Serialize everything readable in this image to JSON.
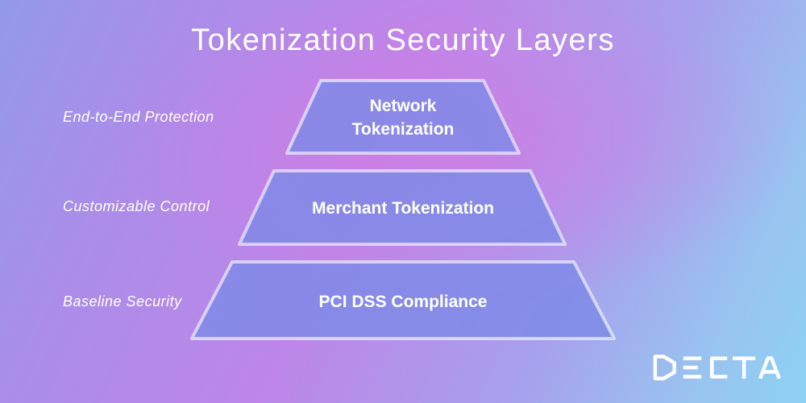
{
  "title": "Tokenization Security Layers",
  "pyramid": {
    "layers": [
      {
        "level": "top",
        "label": "Network Tokenization",
        "side_label": "End-to-End Protection"
      },
      {
        "level": "middle",
        "label": "Merchant Tokenization",
        "side_label": "Customizable Control"
      },
      {
        "level": "bottom",
        "label": "PCI DSS Compliance",
        "side_label": "Baseline Security"
      }
    ]
  },
  "branding": {
    "logo_text": "DECTA"
  },
  "colors": {
    "background_top_left": "#9399e9",
    "background_purple": "#bd86e8",
    "background_pink_center": "#cc85e5",
    "background_bottom_right": "#8dd2f3",
    "layer_fill": "#7d8ae6",
    "layer_border": "#e9d6f5",
    "text": "#ffffff"
  }
}
